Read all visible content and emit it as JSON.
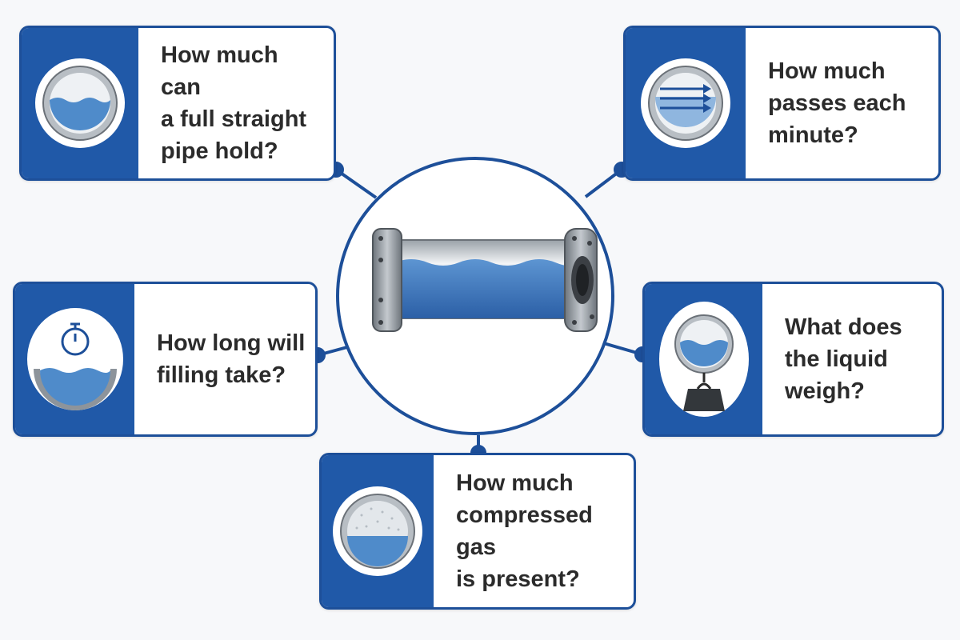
{
  "colors": {
    "accent": "#1d4f99",
    "panel": "#2059a8",
    "water": "#3f7ec0",
    "text": "#2b2b2b"
  },
  "hub": {
    "icon": "pipe-icon"
  },
  "cards": {
    "capacity": {
      "question": "How much can\na full straight\npipe hold?",
      "icon": "filled-pipe-section-icon"
    },
    "flow": {
      "question": "How much\npasses each\nminute?",
      "icon": "flow-arrows-icon"
    },
    "fill_time": {
      "question": "How long will\nfilling take?",
      "icon": "stopwatch-icon"
    },
    "weight": {
      "question": "What does\nthe liquid\nweigh?",
      "icon": "weight-icon"
    },
    "gas": {
      "question": "How much\ncompressed gas\nis present?",
      "icon": "gas-pipe-section-icon"
    }
  }
}
